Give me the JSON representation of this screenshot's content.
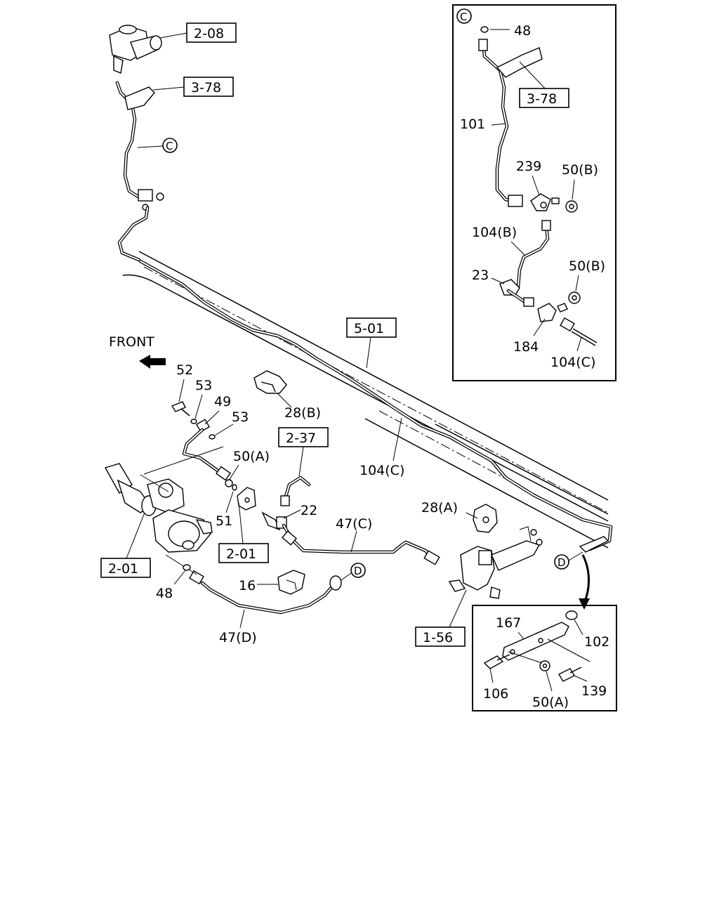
{
  "front_label": "FRONT",
  "ref_boxes": {
    "r208": "2-08",
    "r378": "3-78",
    "r501": "5-01",
    "r237": "2-37",
    "r201a": "2-01",
    "r201b": "2-01",
    "r156": "1-56",
    "detail_r378": "3-78"
  },
  "part_labels": {
    "p52": "52",
    "p53a": "53",
    "p49": "49",
    "p53b": "53",
    "p50a": "50(A)",
    "p51": "51",
    "p22": "22",
    "p28b": "28(B)",
    "p28a": "28(A)",
    "p104c": "104(C)",
    "p47c": "47(C)",
    "p47d": "47(D)",
    "p48": "48",
    "p16": "16"
  },
  "circle_refs": {
    "c_main": "C",
    "d_main": "D",
    "d_bracket": "D",
    "c_detail": "C"
  },
  "detail_c": {
    "p48": "48",
    "p101": "101",
    "p239": "239",
    "p50b_1": "50(B)",
    "p104b": "104(B)",
    "p50b_2": "50(B)",
    "p23": "23",
    "p184": "184",
    "p104c": "104(C)"
  },
  "detail_d": {
    "p167": "167",
    "p102": "102",
    "p106": "106",
    "p50a": "50(A)",
    "p139": "139"
  }
}
